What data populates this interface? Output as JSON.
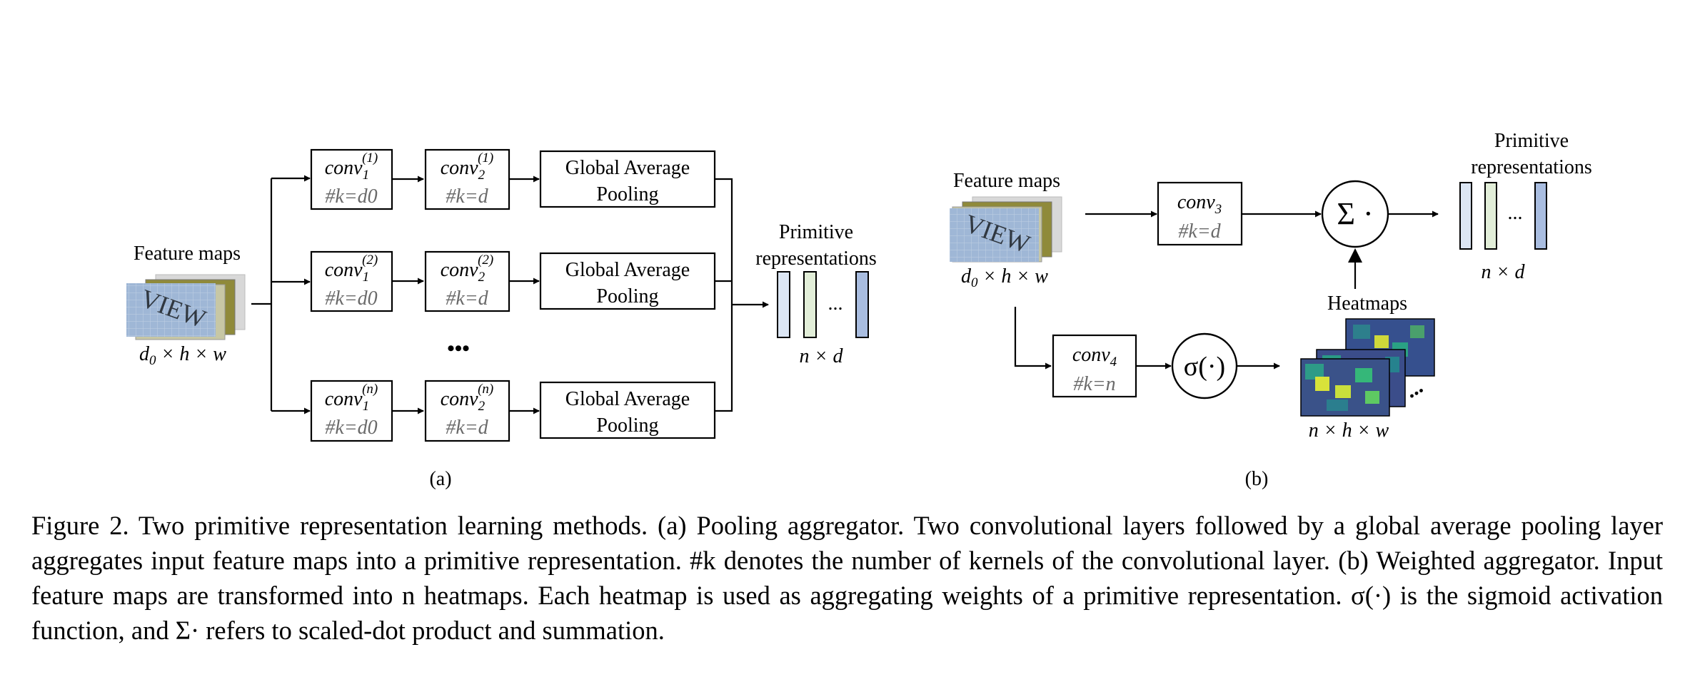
{
  "panel_a": {
    "input_label": "Feature maps",
    "input_dims": "d0 × h × w",
    "branches": [
      {
        "conv1": "conv",
        "conv1_sub": "1",
        "conv1_sup": "(1)",
        "conv1_k": "#k=d0",
        "conv2": "conv",
        "conv2_sub": "2",
        "conv2_sup": "(1)",
        "conv2_k": "#k=d",
        "gap_line1": "Global Average",
        "gap_line2": "Pooling"
      },
      {
        "conv1": "conv",
        "conv1_sub": "1",
        "conv1_sup": "(2)",
        "conv1_k": "#k=d0",
        "conv2": "conv",
        "conv2_sub": "2",
        "conv2_sup": "(2)",
        "conv2_k": "#k=d",
        "gap_line1": "Global Average",
        "gap_line2": "Pooling"
      },
      {
        "conv1": "conv",
        "conv1_sub": "1",
        "conv1_sup": "(n)",
        "conv1_k": "#k=d0",
        "conv2": "conv",
        "conv2_sub": "2",
        "conv2_sup": "(n)",
        "conv2_k": "#k=d",
        "gap_line1": "Global Average",
        "gap_line2": "Pooling"
      }
    ],
    "ellipsis": "•••",
    "output_label_line1": "Primitive",
    "output_label_line2": "representations",
    "output_dims": "n × d",
    "output_ellipsis": "...",
    "panel_label": "(a)"
  },
  "panel_b": {
    "input_label": "Feature maps",
    "input_dims": "d0 × h × w",
    "conv3": "conv",
    "conv3_sub": "3",
    "conv3_k": "#k=d",
    "conv4": "conv",
    "conv4_sub": "4",
    "conv4_k": "#k=n",
    "sum_symbol": "Σ ·",
    "sigma_symbol": "σ(·)",
    "heatmaps_label": "Heatmaps",
    "heatmaps_dims": "n × h × w",
    "heatmaps_ellipsis": "...",
    "output_label_line1": "Primitive",
    "output_label_line2": "representations",
    "output_dims": "n × d",
    "output_ellipsis": "...",
    "panel_label": "(b)"
  },
  "colors": {
    "bar_blue_light": "#dce6f4",
    "bar_green_light": "#e2eed8",
    "bar_blue": "#a9bde0",
    "heatmap_low": "#3b4d8a",
    "heatmap_mid": "#2a9a86",
    "heatmap_high": "#d8e23a"
  },
  "caption": "Figure 2. Two primitive representation learning methods. (a) Pooling aggregator. Two convolutional layers followed by a global average pooling layer aggregates input feature maps into a primitive representation. #k denotes the number of kernels of the convolutional layer. (b) Weighted aggregator. Input feature maps are transformed into n heatmaps. Each heatmap is used as aggregating weights of a primitive representation. σ(·) is the sigmoid activation function, and Σ· refers to scaled-dot product and summation."
}
